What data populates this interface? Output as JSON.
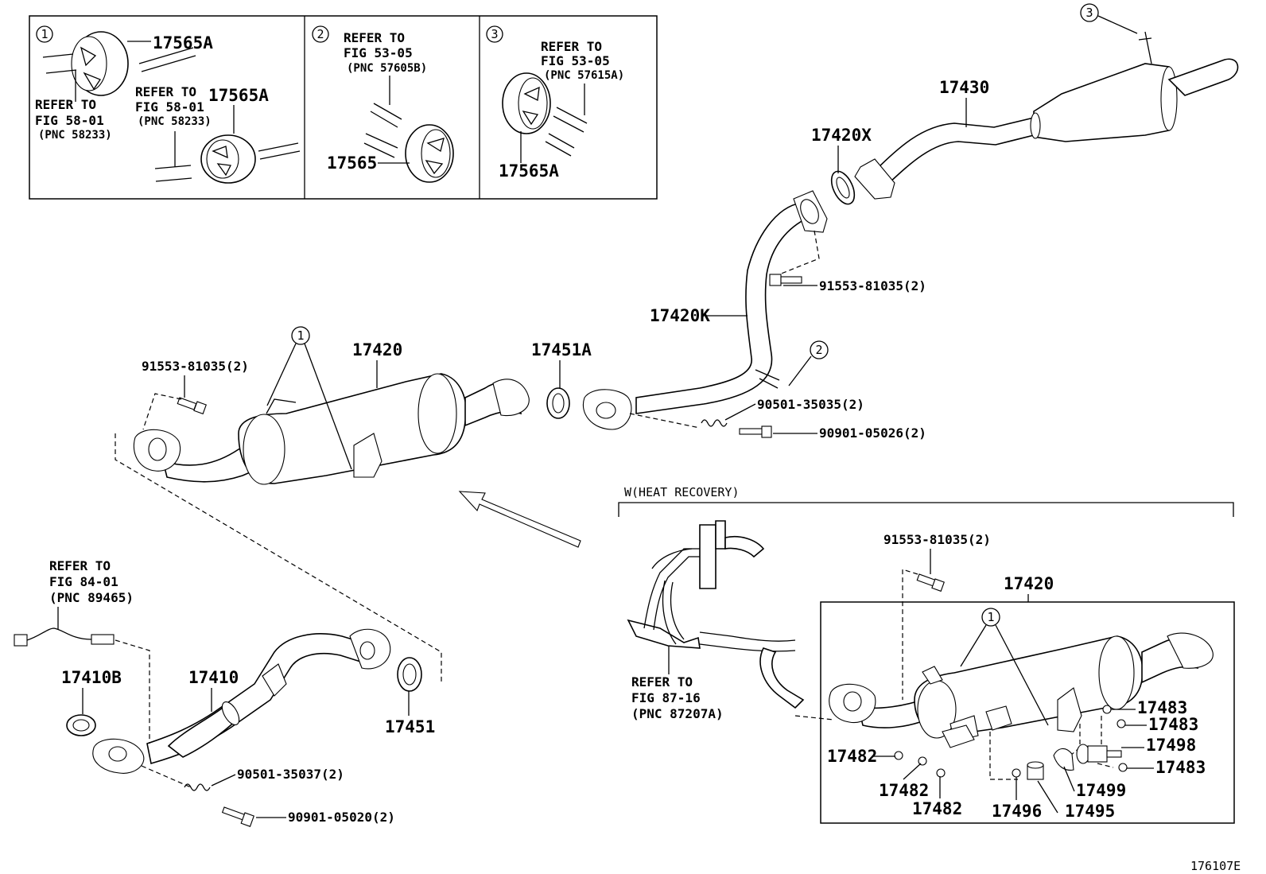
{
  "insets": {
    "inset1": {
      "index": "1",
      "part_a": "17565A",
      "ref_left": [
        "REFER TO",
        "FIG 58-01",
        "(PNC 58233)"
      ],
      "ref_mid": [
        "REFER TO",
        "FIG 58-01",
        "(PNC 58233)"
      ],
      "part_b": "17565A"
    },
    "inset2": {
      "index": "2",
      "ref": [
        "REFER TO",
        "FIG 53-05",
        "(PNC 57605B)"
      ],
      "part": "17565"
    },
    "inset3": {
      "index": "3",
      "ref": [
        "REFER TO",
        "FIG 53-05",
        "(PNC 57615A)"
      ],
      "part": "17565A"
    }
  },
  "labels": {
    "p17430": "17430",
    "p17420X": "17420X",
    "bolt_upper": "91553-81035(2)",
    "p17420K": "17420K",
    "p17420": "17420",
    "p17451A": "17451A",
    "bolt_left": "91553-81035(2)",
    "spring_upper": "90501-35035(2)",
    "bolt_mid": "90901-05026(2)",
    "callout1_main": "1",
    "callout2": "2",
    "callout3": "3",
    "ref_84": [
      "REFER TO",
      "FIG 84-01",
      "(PNC 89465)"
    ],
    "p17410B": "17410B",
    "p17410": "17410",
    "p17451": "17451",
    "spring_lower": "90501-35037(2)",
    "bolt_lower": "90901-05020(2)",
    "section_heat": "W(HEAT RECOVERY)",
    "bolt_heat": "91553-81035(2)",
    "p17420_heat": "17420",
    "callout1_heat": "1",
    "ref_87": [
      "REFER TO",
      "FIG 87-16",
      "(PNC 87207A)"
    ],
    "p17483_a": "17483",
    "p17483_b": "17483",
    "p17498": "17498",
    "p17483_c": "17483",
    "p17482_a": "17482",
    "p17482_b": "17482",
    "p17482_c": "17482",
    "p17499": "17499",
    "p17496": "17496",
    "p17495": "17495",
    "figure_id": "176107E"
  }
}
